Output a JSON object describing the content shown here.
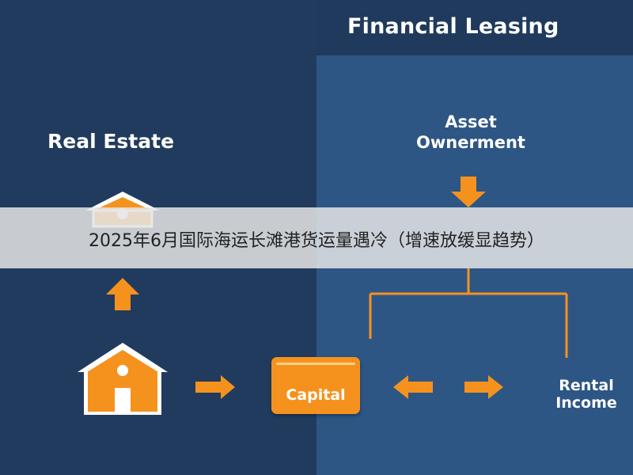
{
  "diagram": {
    "title_right": "Financial Leasing",
    "title_left": "Real Estate",
    "asset_label": "Asset Ownerment",
    "capital_label": "Capital",
    "rental_label": "Rental Income",
    "accent_color": "#f5921e",
    "panel_left_color": "#203b5d",
    "panel_right_color": "#2d5685"
  },
  "banner": {
    "text": "2025年6月国际海运长滩港货运量遇冷（增速放缓显趋势）"
  }
}
